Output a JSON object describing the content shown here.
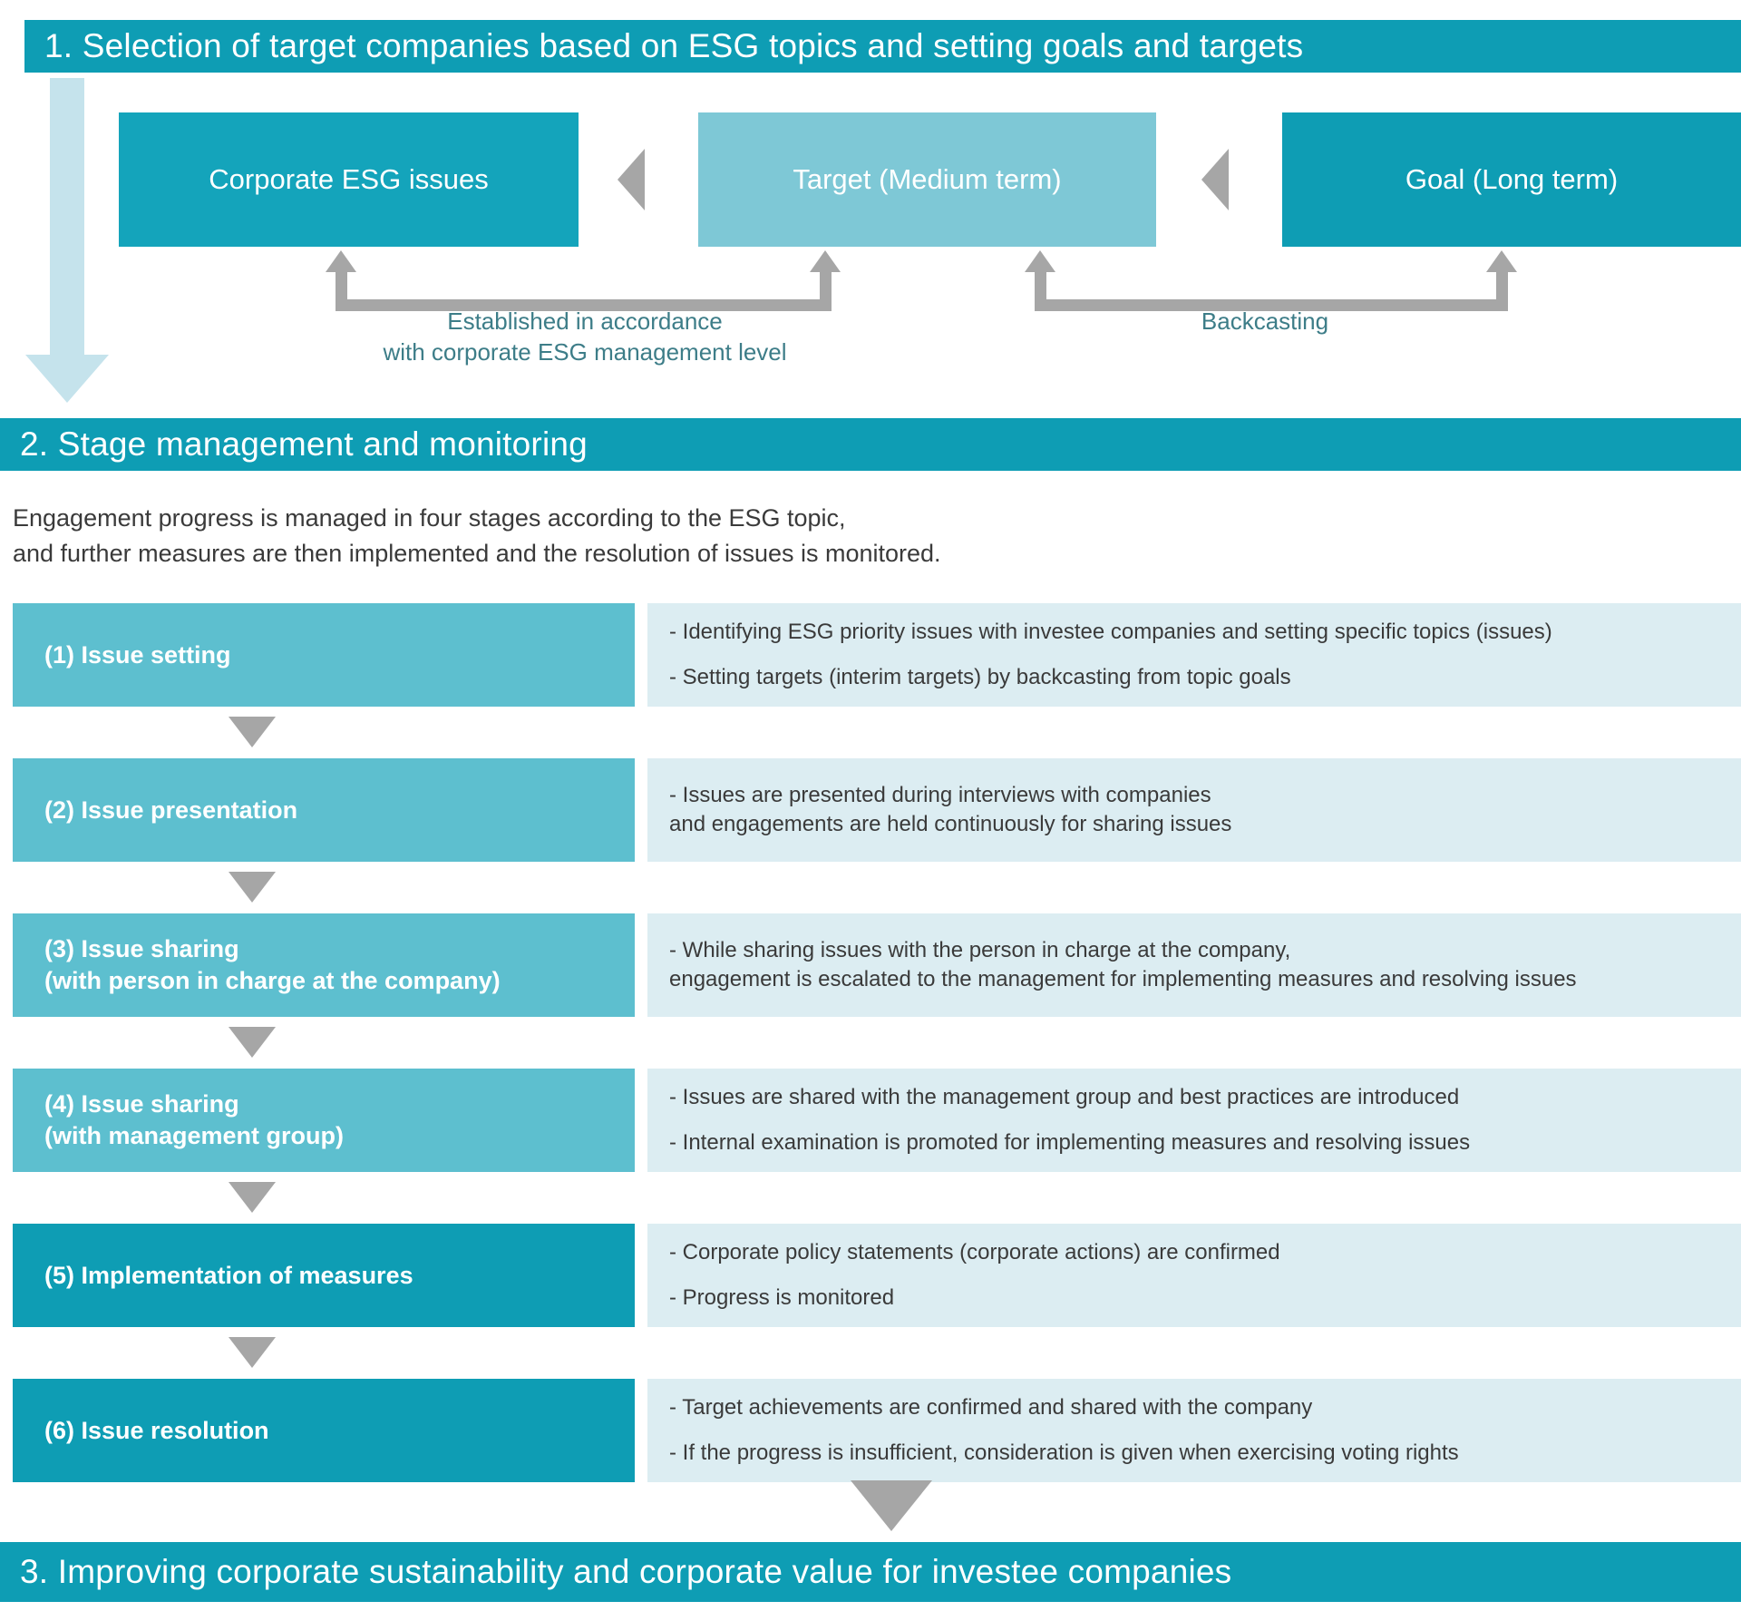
{
  "sections": {
    "one": {
      "title": "1. Selection of target companies based on ESG topics and setting goals and targets",
      "boxes": [
        {
          "key": "corporate",
          "label": "Corporate ESG issues"
        },
        {
          "key": "target",
          "label": "Target (Medium term)"
        },
        {
          "key": "goal",
          "label": "Goal (Long term)"
        }
      ],
      "connectors": [
        {
          "key": "established",
          "label": "Established in accordance\nwith corporate ESG management level"
        },
        {
          "key": "backcasting",
          "label": "Backcasting"
        }
      ]
    },
    "two": {
      "title": "2. Stage management and monitoring",
      "intro": "Engagement progress is managed in four stages according to the ESG topic,\nand further measures are then implemented and the resolution of issues is monitored.",
      "stages": [
        {
          "label": "(1) Issue setting",
          "bullets": [
            "- Identifying ESG priority issues with investee companies and setting specific topics (issues)",
            "- Setting targets (interim targets) by backcasting from topic goals"
          ]
        },
        {
          "label": "(2) Issue presentation",
          "bullets": [
            "- Issues are presented during interviews with companies\n   and engagements are held continuously for sharing issues"
          ]
        },
        {
          "label": "(3) Issue sharing\n(with person in charge at the company)",
          "bullets": [
            "- While sharing issues with the person in charge at the company,\n   engagement is escalated to the management for implementing measures and resolving issues"
          ]
        },
        {
          "label": "(4) Issue sharing\n(with management group)",
          "bullets": [
            "- Issues are shared with the management group and best practices are introduced",
            "- Internal examination is promoted for implementing measures and resolving issues"
          ]
        },
        {
          "label": "(5) Implementation of measures",
          "bullets": [
            "- Corporate policy statements (corporate actions) are confirmed",
            "- Progress is monitored"
          ]
        },
        {
          "label": "(6) Issue resolution",
          "bullets": [
            "- Target achievements are confirmed and shared with the company",
            "- If the progress is insufficient, consideration is given when exercising voting rights"
          ]
        }
      ]
    },
    "three": {
      "title": "3. Improving corporate sustainability and corporate value for investee companies"
    }
  },
  "colors": {
    "teal_dark": "#0E9DB4",
    "teal_mid": "#14A4BB",
    "teal_light": "#5DBFCF",
    "teal_pale": "#7EC8D6",
    "panel_pale": "#DCEDF2",
    "gray_arrow": "#A6A6A6",
    "arrow_label_text": "#3D7D88",
    "vertical_arrow": "#C5E3EC"
  }
}
